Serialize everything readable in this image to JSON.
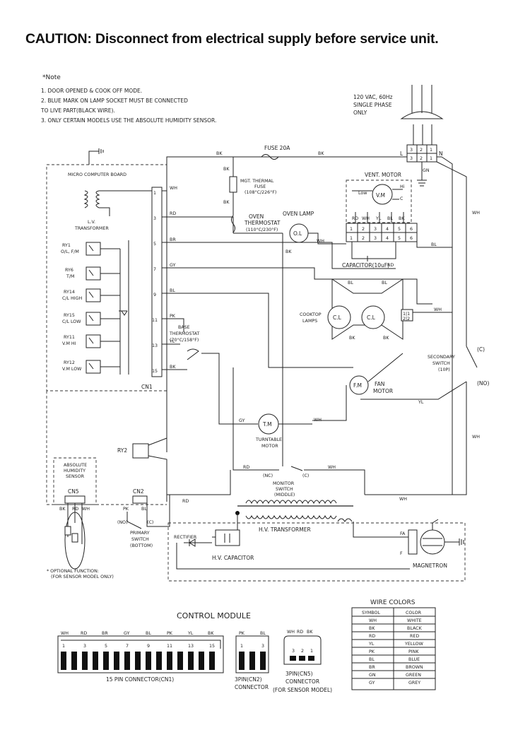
{
  "caution": "CAUTION: Disconnect from electrical supply before service unit.",
  "note": {
    "title": "*Note",
    "lines": [
      "1. DOOR OPENED & COOK OFF MODE.",
      "2. BLUE MARK ON LAMP SOCKET MUST BE CONNECTED",
      "    TO LIVE PART(BLACK WIRE).",
      "3. ONLY CERTAIN MODELS USE THE ABSOLUTE HUMIDITY SENSOR."
    ]
  },
  "supply": [
    "120 VAC, 60Hz",
    "SINGLE PHASE",
    "ONLY"
  ],
  "wire_codes": {
    "wh": "WH",
    "bk": "BK",
    "rd": "RD",
    "br": "BR",
    "gy": "GY",
    "bl": "BL",
    "pk": "PK",
    "yl": "YL",
    "gn": "GN"
  },
  "terminals": {
    "l": "L",
    "n": "N"
  },
  "fuse": "FUSE 20A",
  "mgt_fuse": [
    "MGT. THERMAL",
    "FUSE",
    "(108°C/226°F)"
  ],
  "oven_thermostat": [
    "OVEN",
    "THERMOSTAT",
    "(110°C/230°F)"
  ],
  "oven_lamp": {
    "label": "OVEN LAMP",
    "symbol": "O.L"
  },
  "vent_motor": {
    "label": "VENT. MOTOR",
    "symbol": "V.M",
    "low": "Low",
    "hi": "Hi",
    "c": "C"
  },
  "capacitor": "CAPACITOR(10uF)",
  "micro_board": "MICRO COMPUTER BOARD",
  "lv_transformer": [
    "L.V.",
    "TRANSFORMER"
  ],
  "relays": [
    {
      "name": "RY1",
      "sub": "O/L, F/M"
    },
    {
      "name": "RY6",
      "sub": "T/M"
    },
    {
      "name": "RY14",
      "sub": "C/L HIGH"
    },
    {
      "name": "RY15",
      "sub": "C/L LOW"
    },
    {
      "name": "RY11",
      "sub": "V.M HI"
    },
    {
      "name": "RY12",
      "sub": "V.M LOW"
    }
  ],
  "cn1": "CN1",
  "pins": [
    "1",
    "3",
    "5",
    "7",
    "9",
    "11",
    "13",
    "15"
  ],
  "pin_nums_right": [
    "1",
    "2",
    "3",
    "4",
    "5",
    "6"
  ],
  "cooktop_lamps": {
    "label": [
      "COOKTOP",
      "LAMPS"
    ],
    "symbol": "C.L"
  },
  "base_thermostat": [
    "BASE",
    "THERMOSTAT",
    "(70°C/158°F)"
  ],
  "secondary_switch": {
    "label": [
      "SECONDARY",
      "SWITCH",
      "(10P)"
    ],
    "c": "(C)",
    "no": "(NO)"
  },
  "fan_motor": {
    "symbol": "F.M",
    "label": [
      "FAN",
      "MOTOR"
    ]
  },
  "turntable_motor": {
    "symbol": "T.M",
    "label": [
      "TURNTABLE",
      "MOTOR"
    ]
  },
  "ry2": "RY2",
  "humidity": {
    "label": [
      "ABSOLUTE",
      "HUMIDITY",
      "SENSOR"
    ],
    "cn5": "CN5",
    "optional": [
      "* OPTIONAL FUNCTION:",
      "(FOR SENSOR MODEL ONLY)"
    ]
  },
  "cn2": "CN2",
  "monitor_switch": {
    "label": [
      "MONITOR",
      "SWITCH",
      "(MIDDLE)"
    ],
    "nc": "(NC)",
    "c": "(C)"
  },
  "primary_switch": {
    "label": [
      "PRIMARY",
      "SWITCH",
      "(BOTTOM)"
    ],
    "no": "(NO)",
    "c": "(C)"
  },
  "hv_transformer": "H.V. TRANSFORMER",
  "rectifier": "RECTIFIER",
  "hv_capacitor": "H.V. CAPACITOR",
  "magnetron": {
    "label": "MAGNETRON",
    "fa": "FA",
    "f": "F"
  },
  "control_module": {
    "title": "CONTROL MODULE",
    "cn1_colors": [
      "WH",
      "RD",
      "BR",
      "GY",
      "BL",
      "PK",
      "YL",
      "BK"
    ],
    "cn1_pins": [
      "1",
      "3",
      "5",
      "7",
      "9",
      "11",
      "13",
      "15"
    ],
    "cn1_label": "15 PIN CONNECTOR(CN1)",
    "cn2_colors": [
      "PK",
      "BL"
    ],
    "cn2_pins": [
      "1",
      "3"
    ],
    "cn2_label": [
      "3PIN(CN2)",
      "CONNECTOR"
    ],
    "cn5_colors": [
      "WH",
      "RD",
      "BK"
    ],
    "cn5_pins": [
      "3",
      "2",
      "1"
    ],
    "cn5_label": [
      "3PIN(CN5)",
      "CONNECTOR",
      "(FOR SENSOR MODEL)"
    ]
  },
  "wire_colors": {
    "title": "WIRE COLORS",
    "headers": [
      "SYMBOL",
      "COLOR"
    ],
    "rows": [
      [
        "WH",
        "WHITE"
      ],
      [
        "BK",
        "BLACK"
      ],
      [
        "RD",
        "RED"
      ],
      [
        "YL",
        "YELLOW"
      ],
      [
        "PK",
        "PINK"
      ],
      [
        "BL",
        "BLUE"
      ],
      [
        "BR",
        "BROWN"
      ],
      [
        "GN",
        "GREEN"
      ],
      [
        "GY",
        "GREY"
      ]
    ]
  }
}
